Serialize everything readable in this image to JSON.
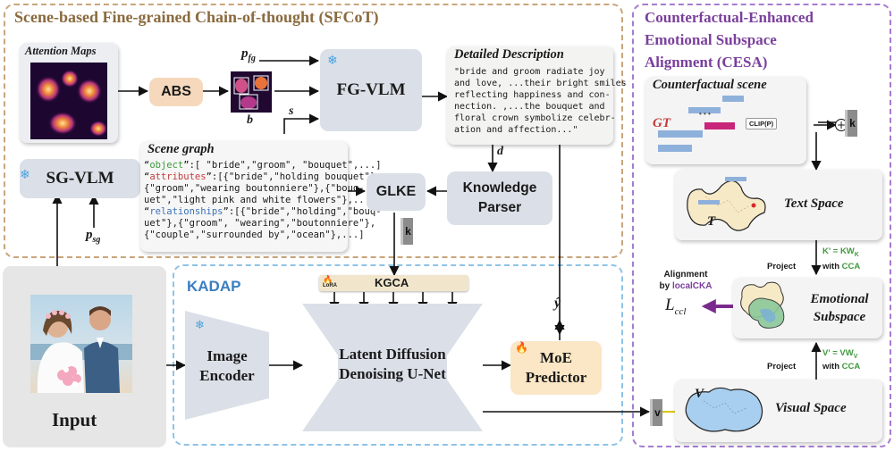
{
  "sfcot": {
    "title": "Scene-based Fine-grained Chain-of-thought (SFCoT)"
  },
  "kadap": {
    "title": "KADAP"
  },
  "cesa": {
    "title_line1": "Counterfactual-Enhanced",
    "title_line2": "Emotional Subspace",
    "title_line3": "Alignment (CESA)"
  },
  "attention_maps": {
    "label": "Attention Maps"
  },
  "abs": {
    "label": "ABS"
  },
  "bbox_label": "b",
  "p_fg": {
    "main": "p",
    "sub": "fg"
  },
  "p_sg": {
    "main": "p",
    "sub": "sg"
  },
  "s_label": "s",
  "d_label": "d",
  "fg_vlm": {
    "label": "FG-VLM"
  },
  "sg_vlm": {
    "label": "SG-VLM"
  },
  "detailed_description": {
    "title": "Detailed Description",
    "lines": [
      "\"bride and groom radiate joy",
      "and love, ...their bright smiles",
      "reflecting happiness and con-",
      "nection. ,...the bouquet and",
      "floral crown symbolize celebr-",
      "ation and affection...\""
    ]
  },
  "scene_graph": {
    "title": "Scene graph",
    "object_key": "object",
    "object_line1": ":[ \"bride\",\"groom\", \"bouquet\",...]",
    "attributes_key": "attributes",
    "attributes_line1": ":[{\"bride\",\"holding bouquet\"},",
    "attributes_line2": "{\"groom\",\"wearing boutonniere\"},{\"bouq-",
    "attributes_line3": "uet\",\"light pink and white flowers\"},...]",
    "relationships_key": "relationships",
    "relationships_line1": ":[{\"bride\",\"holding\",\"bouq-",
    "relationships_line2": "uet\"},{\"groom\", \"wearing\",\"boutonniere\"},",
    "relationships_line3": "{\"couple\",\"surrounded by\",\"ocean\"},...]"
  },
  "glke": {
    "label": "GLKE"
  },
  "knowledge_parser": {
    "line1": "Knowledge",
    "line2": "Parser"
  },
  "k_label": "k",
  "v_label": "v",
  "kgca": {
    "label": "KGCA",
    "lora": "LoRA"
  },
  "input": {
    "label": "Input"
  },
  "image_encoder": {
    "line1": "Image",
    "line2": "Encoder"
  },
  "unet": {
    "line1": "Latent Diffusion",
    "line2": "Denoising U-Net"
  },
  "moe": {
    "line1": "MoE",
    "line2": "Predictor"
  },
  "y_hat": "ŷ",
  "counterfactual": {
    "title": "Counterfactual scene",
    "gt": "GT",
    "clip": "CLIP(P)",
    "dots": "• • •"
  },
  "text_space": {
    "label": "Text Space",
    "symbol": "T"
  },
  "emotional_subspace": {
    "line1": "Emotional",
    "line2": "Subspace"
  },
  "visual_space": {
    "label": "Visual Space",
    "symbol": "V"
  },
  "project_top": {
    "word": "Project",
    "eq": "K' = KW",
    "eq_sub": "K",
    "with": "with",
    "method": "CCA"
  },
  "project_bottom": {
    "word": "Project",
    "eq": "V' = VW",
    "eq_sub": "V",
    "with": "with",
    "method": "CCA"
  },
  "alignment": {
    "line1": "Alignment",
    "line2_prefix": "by",
    "line2_method": "localCKA",
    "loss_main": "L",
    "loss_sub": "ccl"
  },
  "colors": {
    "sfcot_border": "#c9a57b",
    "kadap_border": "#8ec3e6",
    "cesa_border": "#a77bd0",
    "abs_fill": "#f6d9bd",
    "moe_fill": "#fbe6c5",
    "kgca_fill": "#f1e6cc",
    "alignment_arrow": "#7a2a8c",
    "snowflake": "#4aa3df"
  },
  "icons": [
    "snowflake-icon",
    "flame-icon",
    "circled-plus-icon"
  ]
}
